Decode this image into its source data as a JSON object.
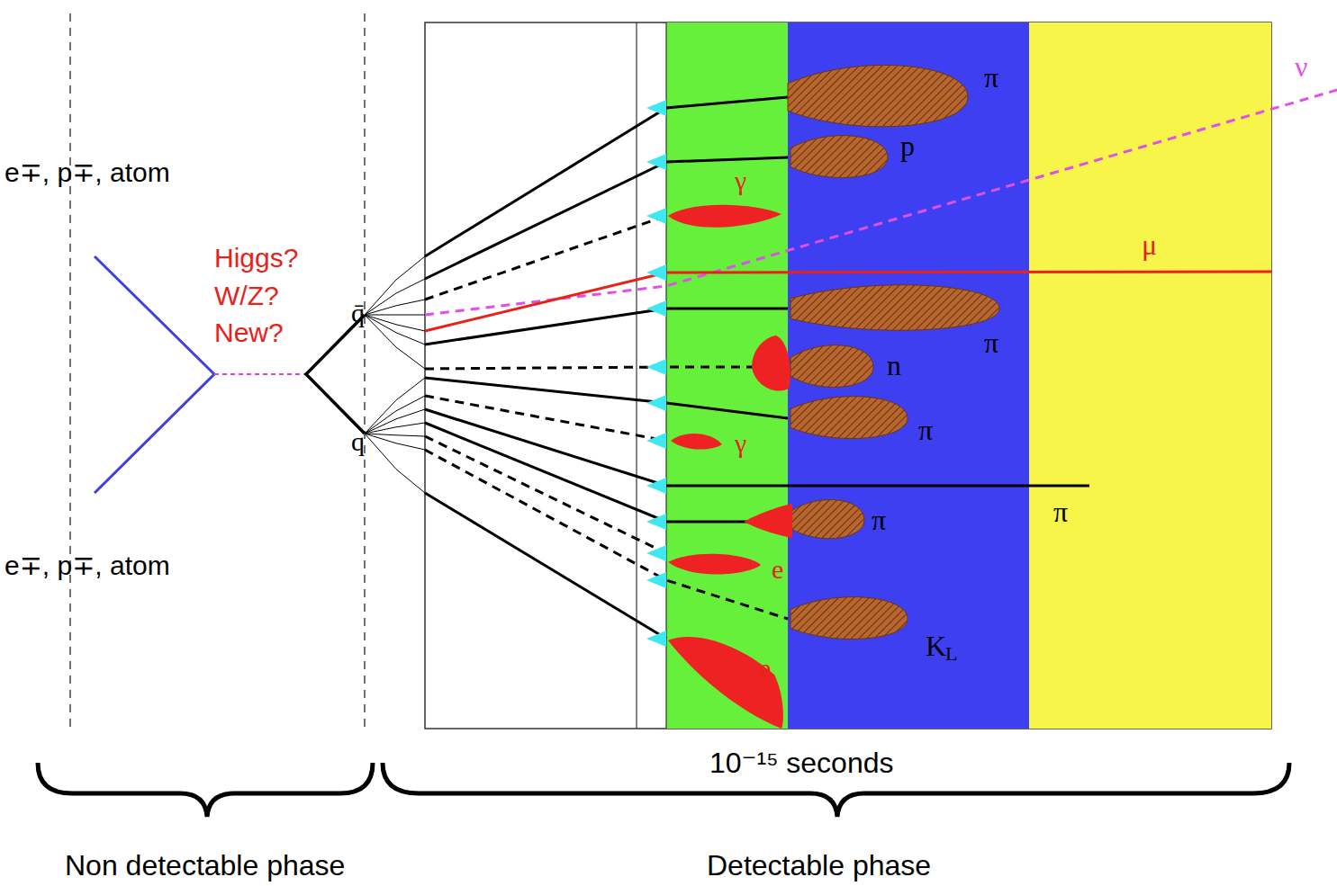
{
  "diagram": {
    "labels": [
      "e∓, p∓, atom",
      "Higgs?",
      "W/Z?",
      "New?",
      "q̄",
      "q",
      "e∓, p∓, atom",
      "π",
      "ν",
      "p",
      "γ",
      "μ",
      "π",
      "n",
      "π",
      "γ",
      "π",
      "π",
      "e",
      "K",
      "L",
      "e",
      "10⁻¹⁵ seconds",
      "Non detectable phase",
      "Detectable phase"
    ]
  }
}
